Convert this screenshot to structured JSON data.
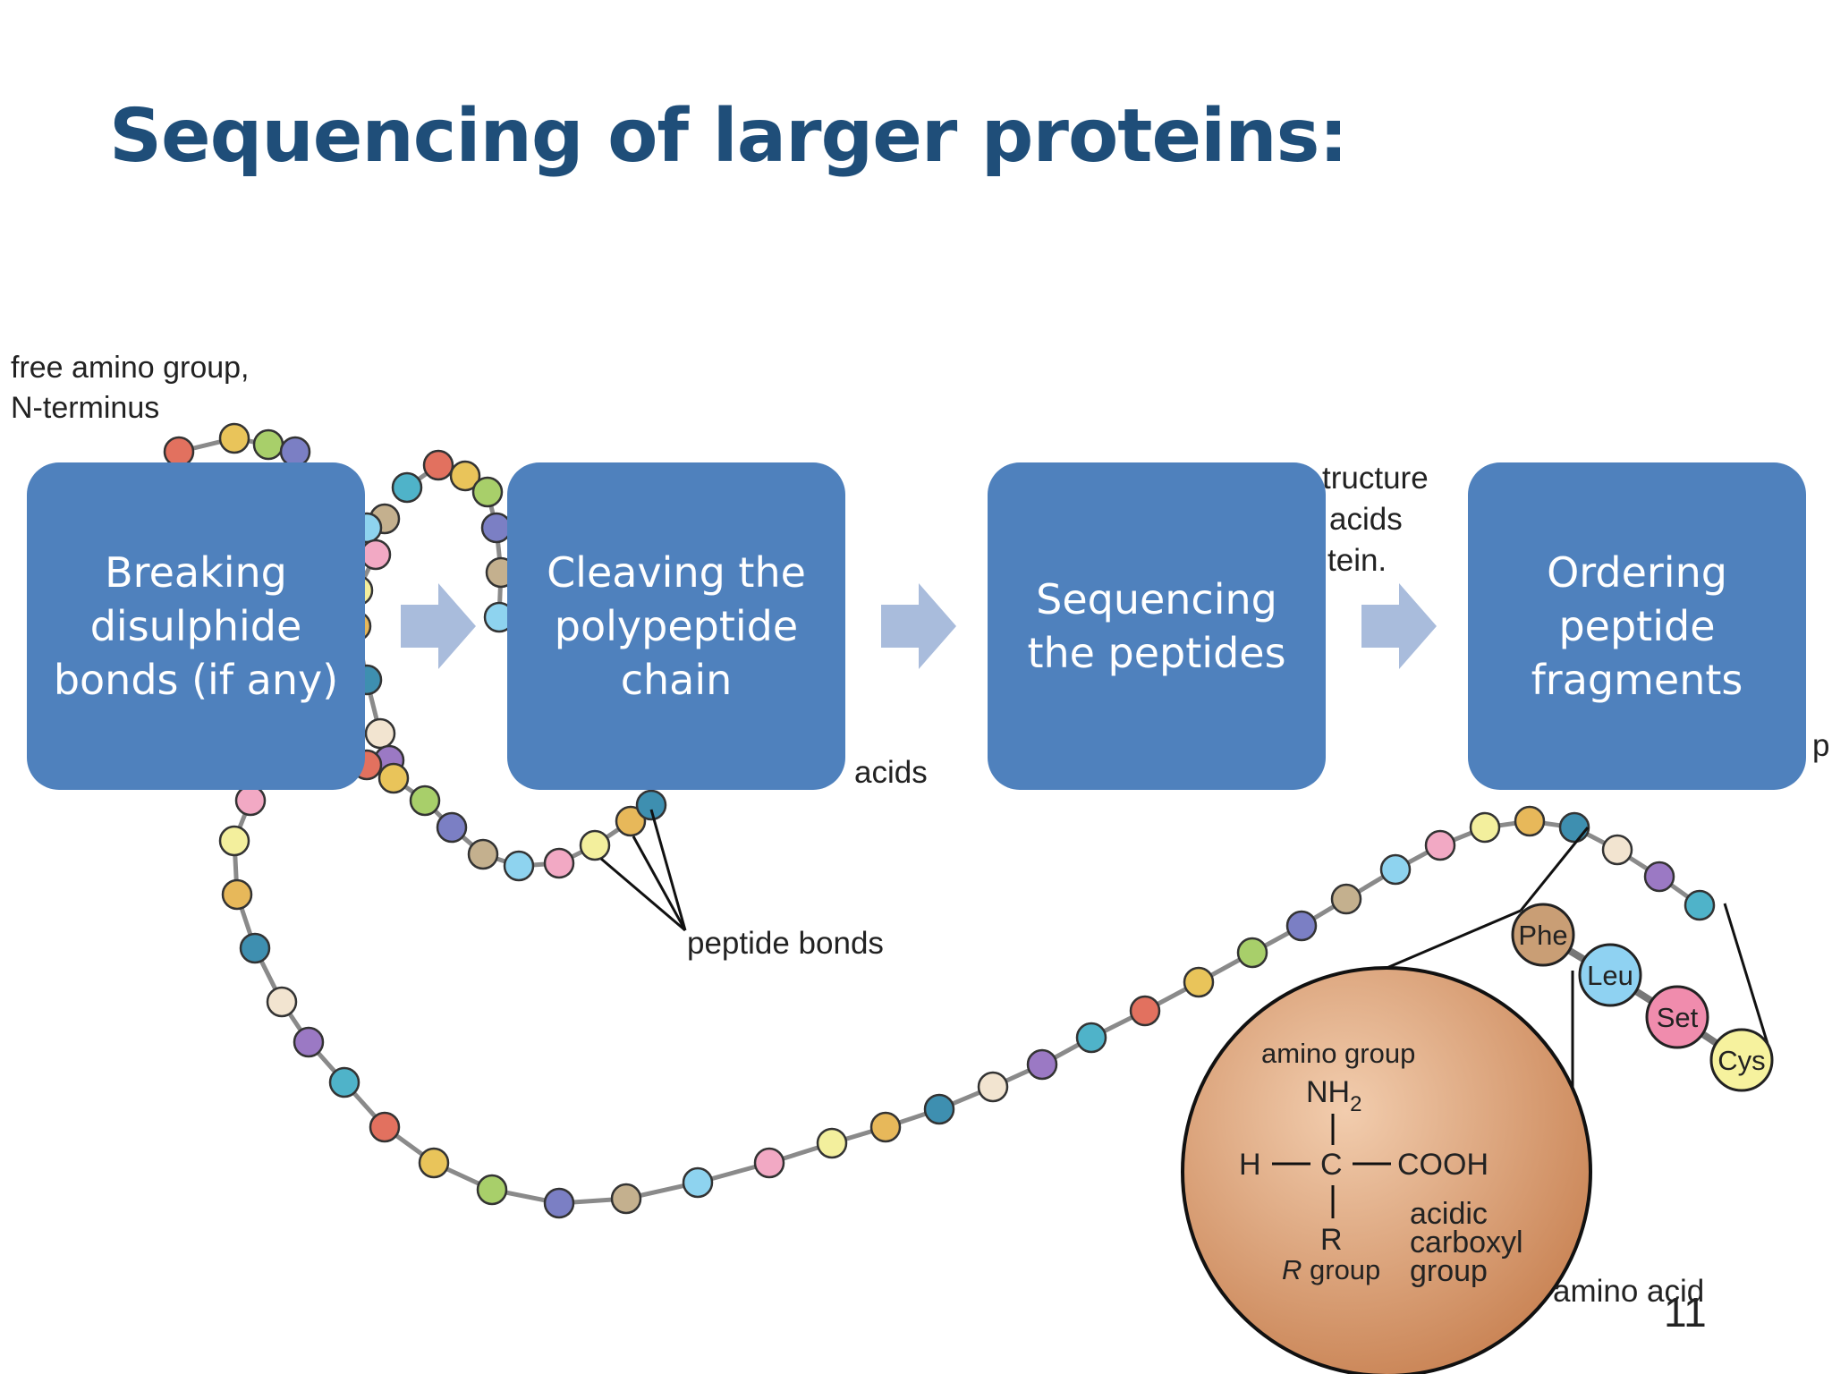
{
  "slide": {
    "title": "Sequencing of larger proteins:",
    "page_number": "11"
  },
  "steps": [
    {
      "label": "Breaking\ndisulphide\nbonds (if any)"
    },
    {
      "label": "Cleaving the\npolypeptide\nchain"
    },
    {
      "label": "Sequencing\nthe peptides"
    },
    {
      "label": "Ordering\npeptide\nfragments"
    }
  ],
  "background_figure": {
    "free_amino_label_1": "free amino group,",
    "free_amino_label_2": "N-terminus",
    "structure_fragment_1": "tructure",
    "structure_fragment_2": "acids",
    "structure_fragment_3": "tein.",
    "acids_label": "acids",
    "edge_fragment": "p",
    "peptide_bonds_label": "peptide bonds",
    "residues": [
      "Phe",
      "Leu",
      "Set",
      "Cys"
    ],
    "inset": {
      "amino_group": "amino group",
      "nh": "NH",
      "nh_sub": "2",
      "h": "H",
      "c": "C",
      "cooh": "COOH",
      "r": "R",
      "r_group_r": "R",
      "r_group_word": " group",
      "acidic_1": "acidic",
      "acidic_2": "carboxyl",
      "acidic_3": "group"
    },
    "amino_acid_label": "amino acid"
  },
  "colors": {
    "title": "#1f4e79",
    "box": "#4f81bd",
    "arrow": "#a9bcdc",
    "inset_fill": "#d49a6e"
  }
}
